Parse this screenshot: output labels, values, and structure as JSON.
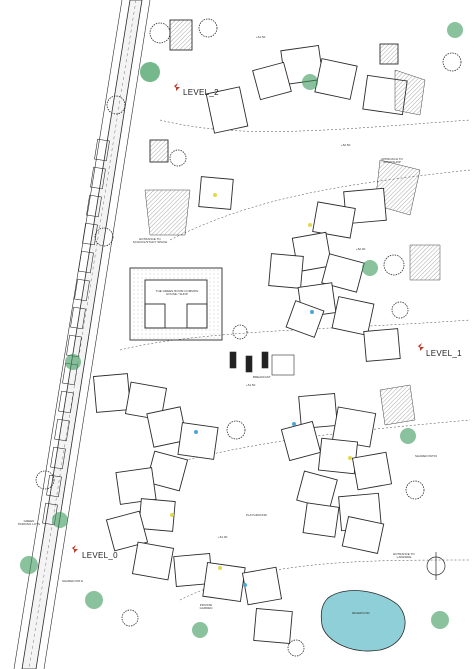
{
  "levels": {
    "level_2": "LEVEL_2",
    "level_1": "LEVEL_1",
    "level_0": "LEVEL_0"
  },
  "labels": {
    "entrance_north": "ENTRANCE TO SCHOOL/STUDY SPACE",
    "green_room": "THE GREEN ROOM COMMON HOUSE / SHOP",
    "playground": "PLAYGROUND",
    "green_parking": "GREEN PARKING LOTS",
    "shared_path": "SHARED PATH",
    "entrance_lakeside": "ENTRANCE TO LAKESIDE",
    "reservoir": "RESERVOIR",
    "private_garden": "PRIVATE GARDEN",
    "shared_patio": "SHARED PATIO",
    "breakfast": "BREAKFAST",
    "approach_workshop": "APPROACH TO WORKSHOP",
    "elev_1": "+61.50",
    "elev_2": "+62.00",
    "elev_3": "+61.50",
    "elev_4": "+62.50",
    "elev_5": "+61.00"
  },
  "colors": {
    "line": "#2b2b2b",
    "tree": "#3a9a5a",
    "reservoir": "#8fd0d8",
    "accent_red": "#c0392b",
    "accent_yellow": "#e5d84a",
    "accent_blue": "#4aa6d8"
  }
}
